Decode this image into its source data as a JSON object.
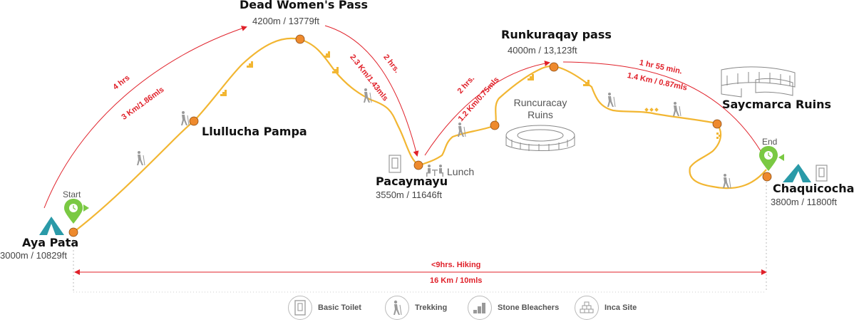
{
  "camps": [
    {
      "id": "aya-pata",
      "name": "Aya Pata",
      "elevation": "3000m / 10829ft"
    },
    {
      "id": "llullucha",
      "name": "Llullucha Pampa",
      "elevation": ""
    },
    {
      "id": "dead-womens",
      "name": "Dead Women's Pass",
      "elevation": "4200m / 13779ft"
    },
    {
      "id": "pacaymayu",
      "name": "Pacaymayu",
      "elevation": "3550m / 11646ft"
    },
    {
      "id": "runkuraqay",
      "name": "Runkuraqay pass",
      "elevation": "4000m / 13,123ft"
    },
    {
      "id": "chaquicocha",
      "name": "Chaquicocha",
      "elevation": "3800m / 11800ft"
    }
  ],
  "ruins": [
    {
      "name": "Runcuracay Ruins"
    },
    {
      "name": "Saycmarca Ruins"
    }
  ],
  "markers": {
    "start": "Start",
    "end": "End",
    "lunch": "Lunch"
  },
  "segments": [
    {
      "time": "4 hrs",
      "distance": "3 Km/1.86mls"
    },
    {
      "time": "2 hrs.",
      "distance": "2.3 Km/1.43mls"
    },
    {
      "time": "2 hrs.",
      "distance": "1.2 Km/0.75mls"
    },
    {
      "time": "1 hr 55 min.",
      "distance": "1.4 Km / 0.87mls"
    }
  ],
  "total": {
    "time": "<9hrs. Hiking",
    "distance": "16 Km / 10mls"
  },
  "legend": [
    {
      "label": "Basic Toilet",
      "icon": "toilet-icon"
    },
    {
      "label": "Trekking",
      "icon": "hiker-icon"
    },
    {
      "label": "Stone Bleachers",
      "icon": "stairs-icon"
    },
    {
      "label": "Inca Site",
      "icon": "inca-site-icon"
    }
  ],
  "colors": {
    "trail": "#f2b632",
    "node": "#ee8a2d",
    "arrow": "#e0212a",
    "marker": "#7ac943",
    "tent": "#2a9aa8",
    "icon_gray": "#9a9a9a"
  }
}
